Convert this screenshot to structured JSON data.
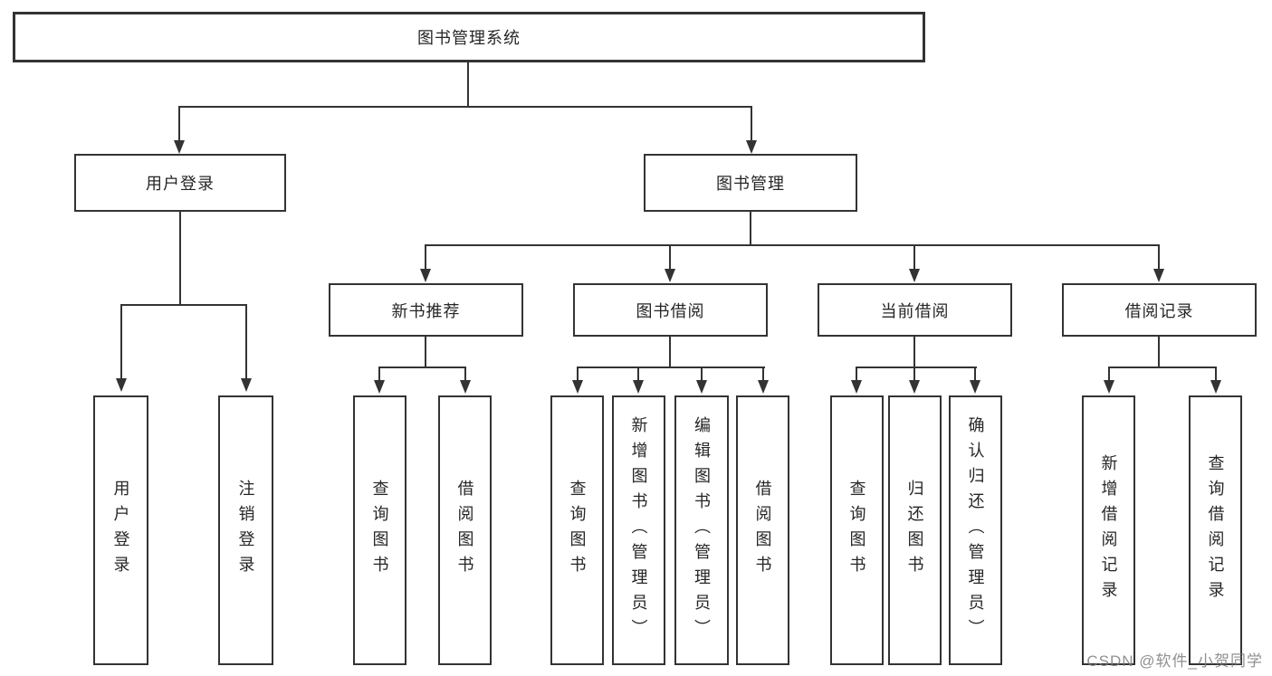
{
  "diagram": {
    "root": {
      "label": "图书管理系统"
    },
    "level2": [
      {
        "label": "用户登录"
      },
      {
        "label": "图书管理"
      }
    ],
    "level3": [
      {
        "label": "新书推荐",
        "parent": "图书管理"
      },
      {
        "label": "图书借阅",
        "parent": "图书管理"
      },
      {
        "label": "当前借阅",
        "parent": "图书管理"
      },
      {
        "label": "借阅记录",
        "parent": "图书管理"
      }
    ],
    "leaves": [
      {
        "label": "用户登录",
        "parent": "用户登录"
      },
      {
        "label": "注销登录",
        "parent": "用户登录"
      },
      {
        "label": "查询图书",
        "parent": "新书推荐"
      },
      {
        "label": "借阅图书",
        "parent": "新书推荐"
      },
      {
        "label": "查询图书",
        "parent": "图书借阅"
      },
      {
        "label": "新增图书（管理员）",
        "parent": "图书借阅"
      },
      {
        "label": "编辑图书（管理员）",
        "parent": "图书借阅"
      },
      {
        "label": "借阅图书",
        "parent": "图书借阅"
      },
      {
        "label": "查询图书",
        "parent": "当前借阅"
      },
      {
        "label": "归还图书",
        "parent": "当前借阅"
      },
      {
        "label": "确认归还（管理员）",
        "parent": "当前借阅"
      },
      {
        "label": "新增借阅记录",
        "parent": "借阅记录"
      },
      {
        "label": "查询借阅记录",
        "parent": "借阅记录"
      }
    ],
    "colors": {
      "line": "#333333",
      "text": "#262626",
      "background": "#ffffff",
      "watermark": "#7d7d7d"
    }
  },
  "watermark": {
    "text": "CSDN @软件_小贺同学"
  }
}
